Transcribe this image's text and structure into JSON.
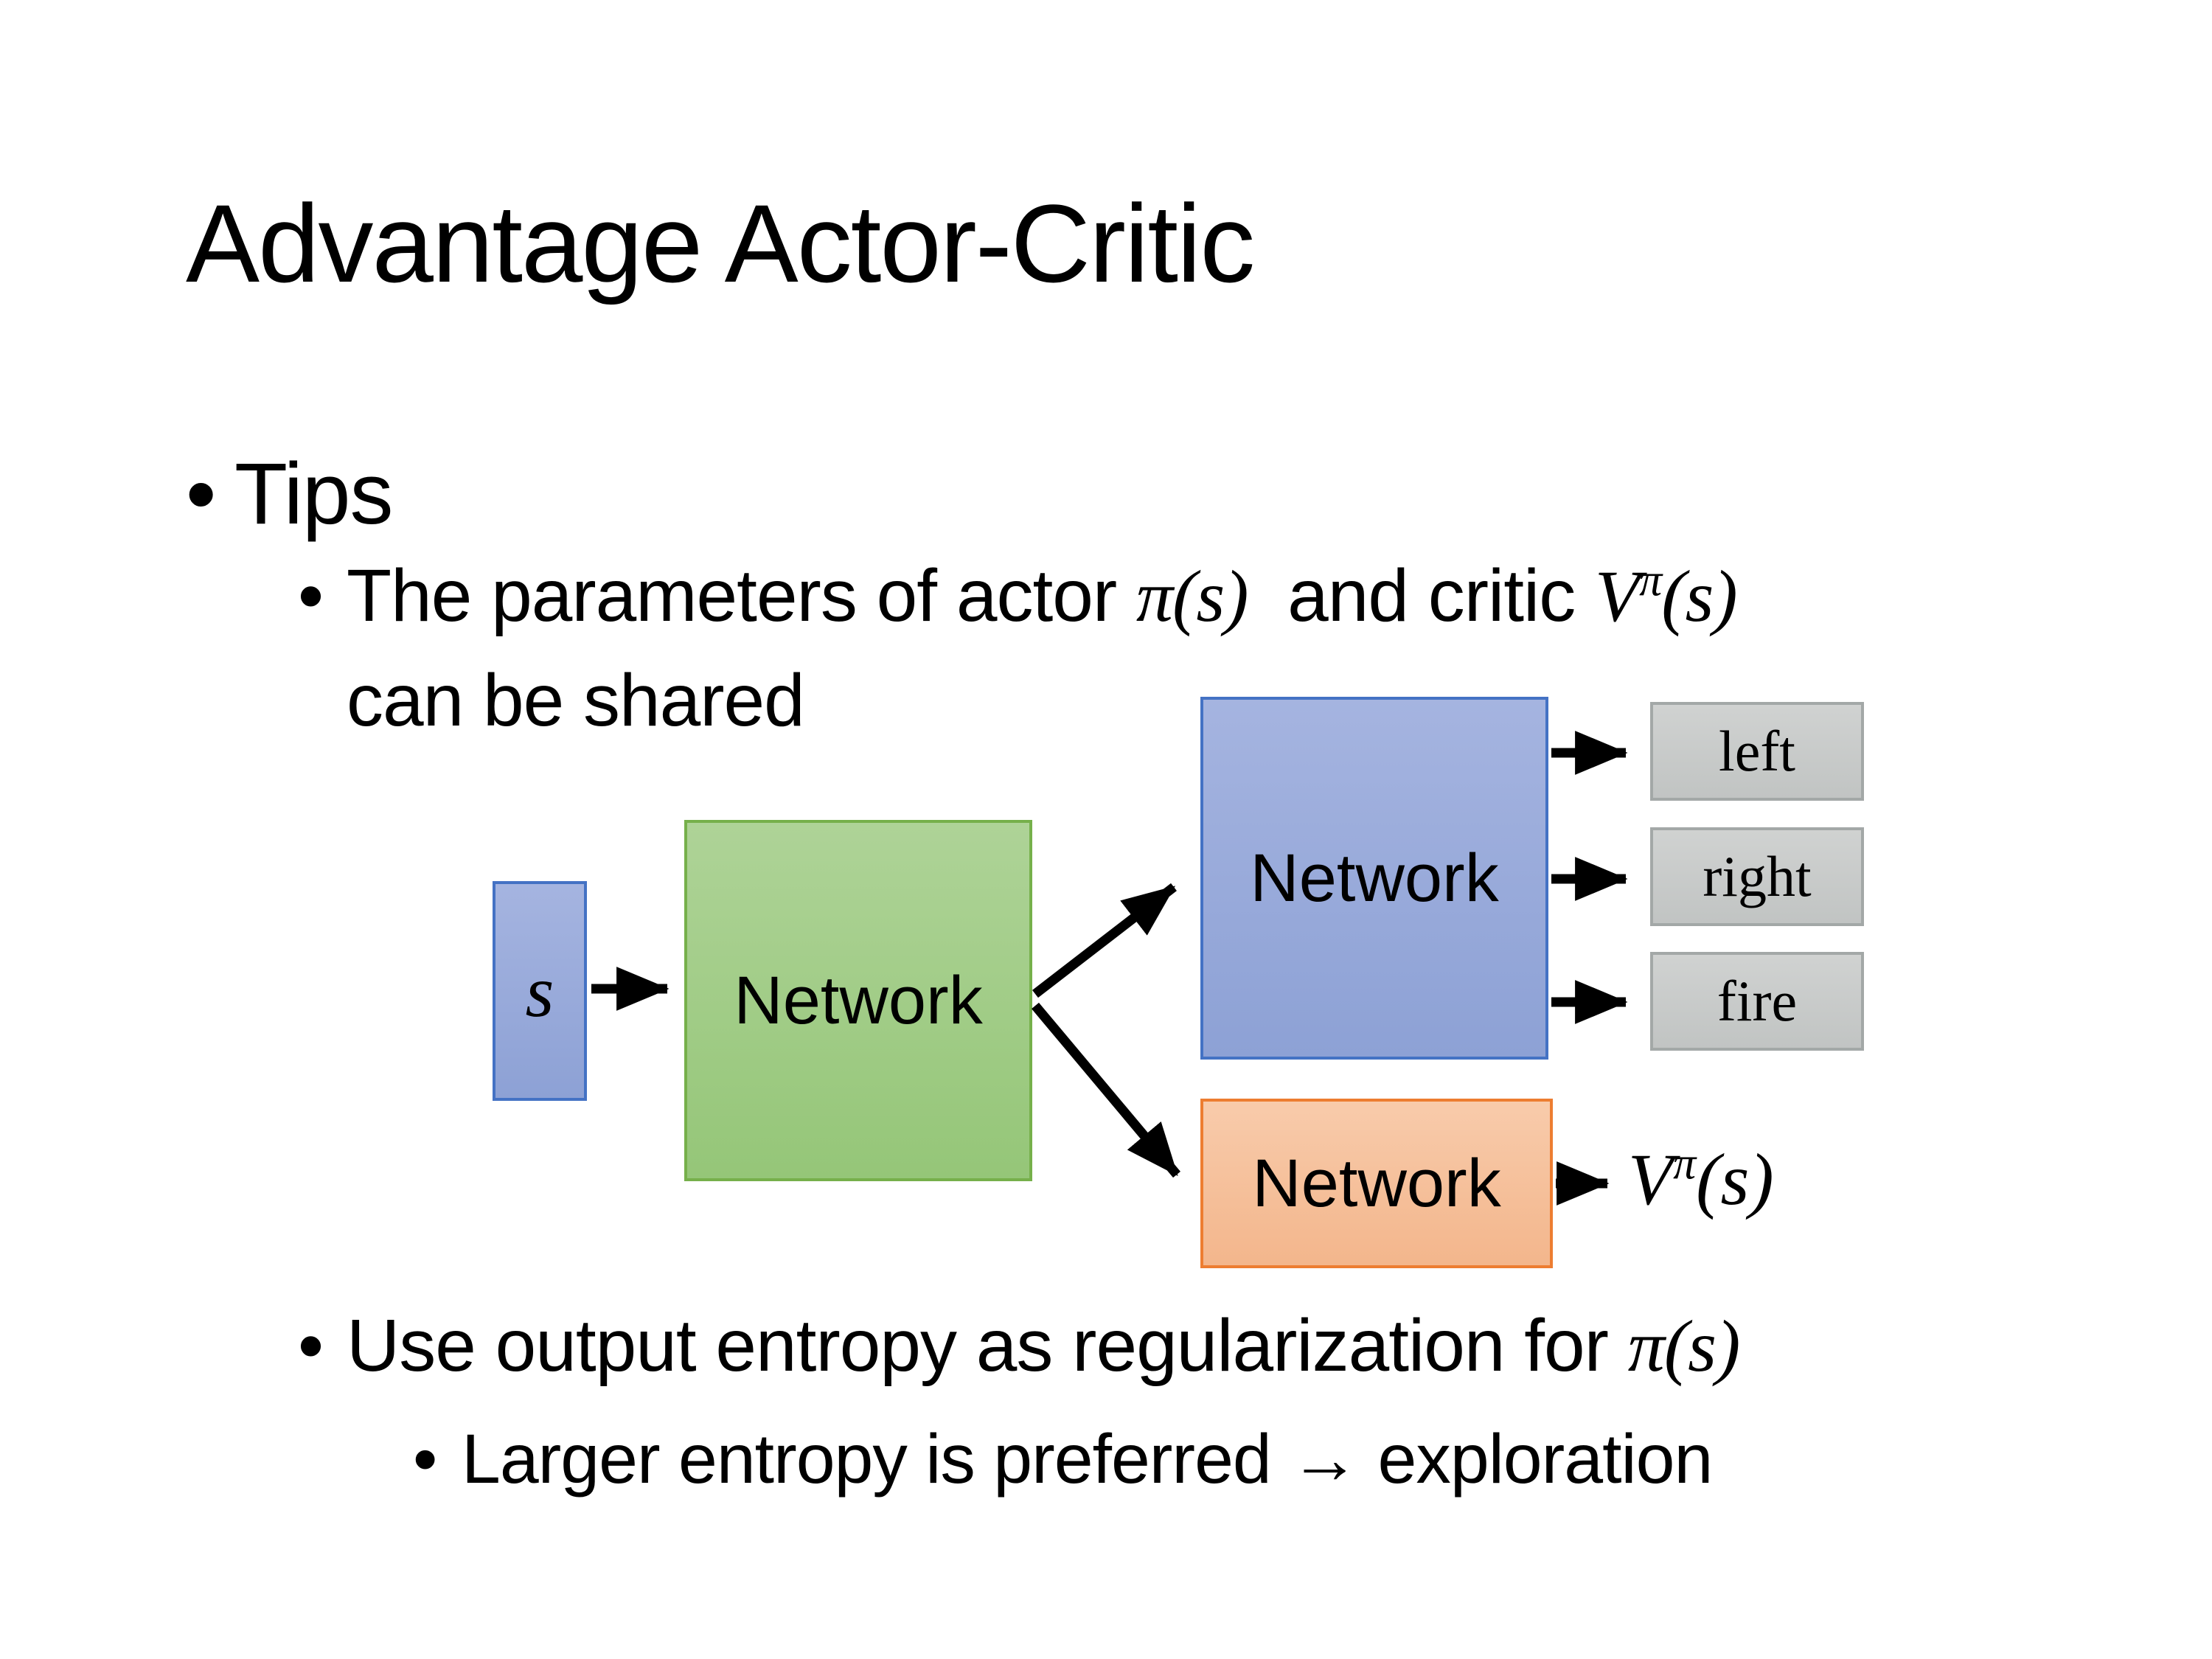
{
  "title": "Advantage Actor-Critic",
  "bullet_char": "•",
  "bullets": {
    "tips": "Tips",
    "param_prefix": "The parameters of actor ",
    "actor_math": "π(s)",
    "param_mid": "  and critic ",
    "critic_v": "V",
    "critic_sup": "π",
    "critic_args": "(s)",
    "param_line2": "can be shared",
    "entropy_prefix": "Use output entropy as regularization for ",
    "entropy_math": "π(s)",
    "exploration_text": "Larger entropy is preferred → exploration"
  },
  "diagram": {
    "state_label": "s",
    "shared_network_label": "Network",
    "actor_network_label": "Network",
    "critic_network_label": "Network",
    "actions": [
      "left",
      "right",
      "fire"
    ],
    "value_v": "V",
    "value_sup": "π",
    "value_args": "(s)"
  },
  "colors": {
    "background": "#FFFFFF",
    "text": "#000000",
    "arrow": "#000000",
    "blue_fill_top": "#A5B4E0",
    "blue_fill_bottom": "#8DA1D5",
    "blue_border": "#4472C4",
    "green_fill_top": "#AED397",
    "green_fill_bottom": "#95C678",
    "green_border": "#76B04B",
    "orange_fill_top": "#F8CBAB",
    "orange_fill_bottom": "#F3B68C",
    "orange_border": "#ED7D31",
    "gray_fill_top": "#D0D2D1",
    "gray_fill_bottom": "#C1C4C3",
    "gray_border": "#A3A8A7"
  }
}
